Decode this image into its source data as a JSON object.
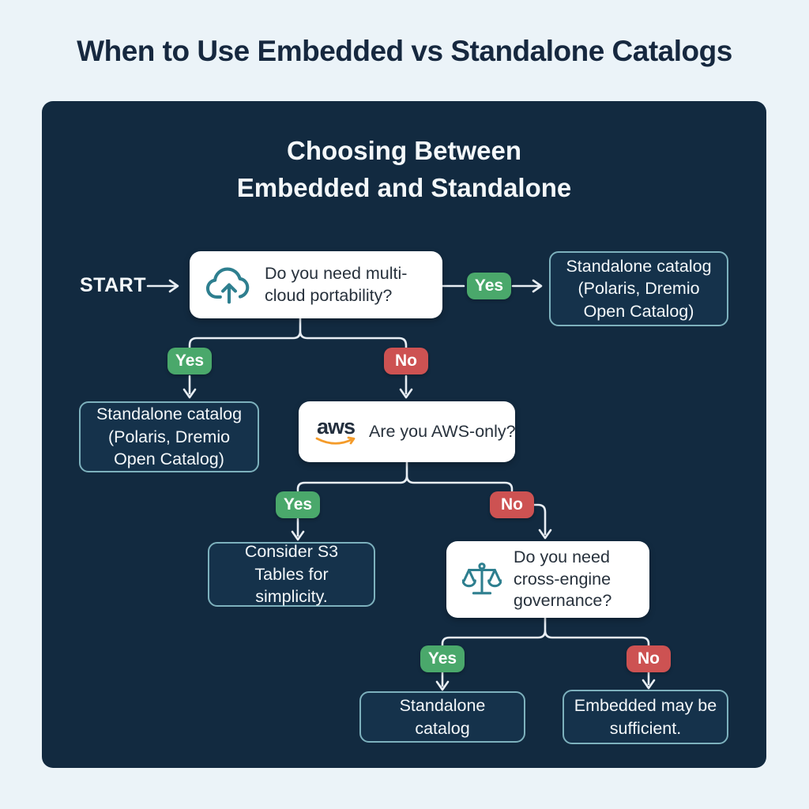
{
  "page": {
    "title": "When to Use Embedded vs Standalone Catalogs"
  },
  "panel": {
    "title_line1": "Choosing Between",
    "title_line2": "Embedded and Standalone"
  },
  "flow": {
    "start_label": "START",
    "labels": {
      "yes": "Yes",
      "no": "No"
    },
    "questions": {
      "multicloud": "Do you need multi-cloud portability?",
      "aws": "Are you AWS-only?",
      "governance": "Do you need cross-engine governance?"
    },
    "aws_logo_text": "aws",
    "outcomes": {
      "standalone_full": "Standalone catalog (Polaris, Dremio Open Catalog)",
      "s3_tables": "Consider S3 Tables for simplicity.",
      "standalone_short": "Standalone catalog",
      "embedded": "Embedded may be sufficient."
    }
  },
  "colors": {
    "page_bg": "#ebf3f8",
    "title_text": "#16283f",
    "panel_bg": "#122a40",
    "panel_text": "#f4f8fa",
    "card_bg": "#ffffff",
    "card_text": "#27313c",
    "outcome_bg": "#15324b",
    "outcome_border": "#7db1bd",
    "yes_green": "#4aa86b",
    "no_red": "#cd5252",
    "connector": "#e8eef4",
    "icon_teal": "#2e7f8f",
    "aws_orange": "#f49b2a",
    "aws_text": "#232f3e"
  }
}
